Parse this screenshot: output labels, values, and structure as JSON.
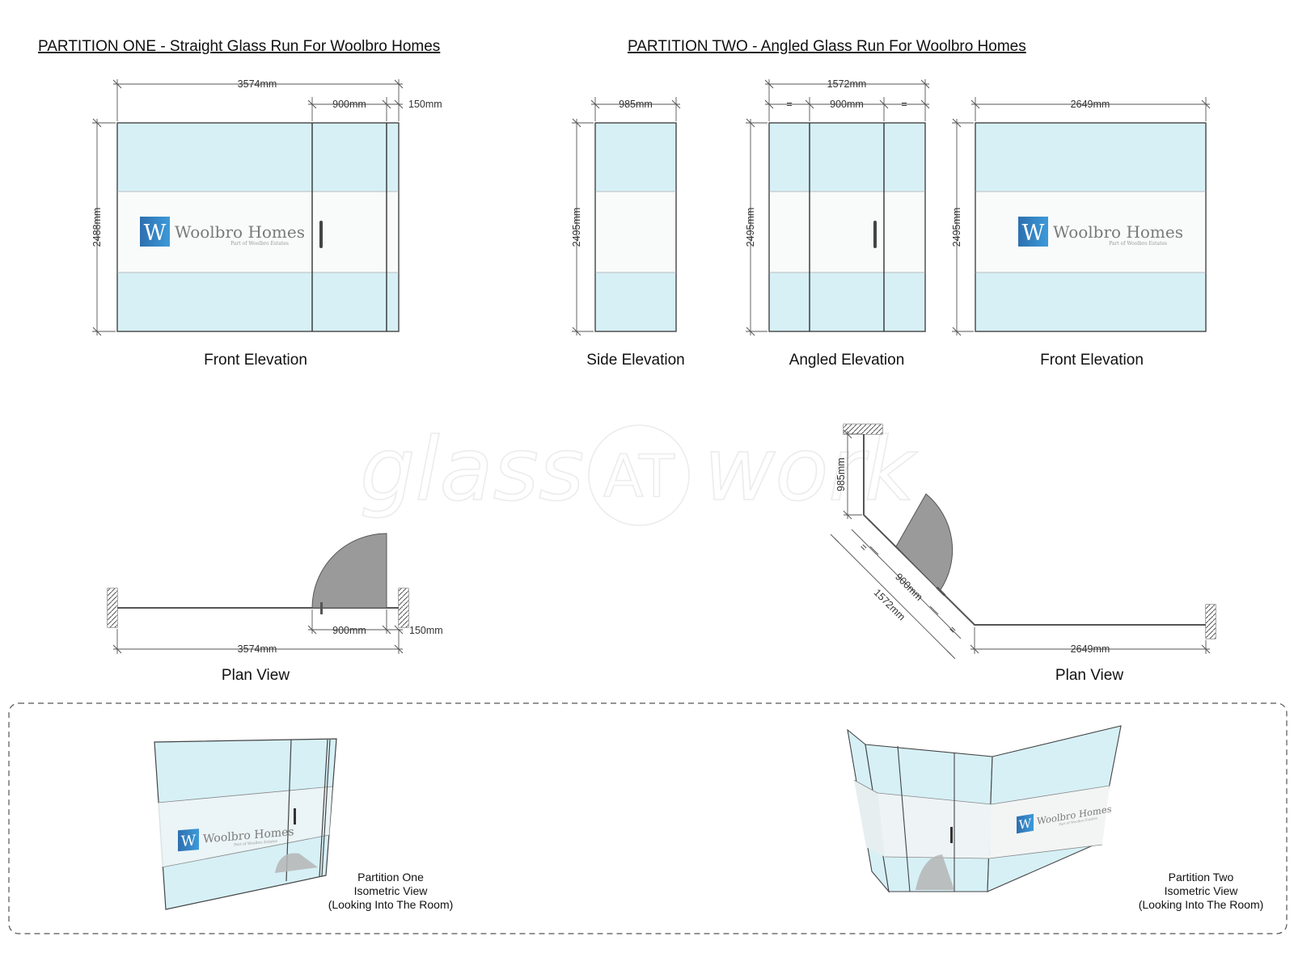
{
  "partition_one": {
    "title": "PARTITION ONE - Straight Glass Run For Woolbro Homes",
    "front": {
      "dims": {
        "width": "3574mm",
        "door": "900mm",
        "fixed": "150mm",
        "height": "2488mm"
      },
      "caption": "Front Elevation"
    },
    "plan": {
      "dims": {
        "width": "3574mm",
        "door": "900mm",
        "fixed": "150mm"
      },
      "caption": "Plan View"
    },
    "iso": {
      "lines": [
        "Partition One",
        "Isometric View",
        "(Looking Into The Room)"
      ]
    }
  },
  "partition_two": {
    "title": "PARTITION TWO - Angled Glass Run For Woolbro Homes",
    "side": {
      "dims": {
        "width": "985mm",
        "height": "2495mm"
      },
      "caption": "Side Elevation"
    },
    "angled": {
      "dims": {
        "total": "1572mm",
        "door": "900mm",
        "equal": "=",
        "height": "2495mm"
      },
      "caption": "Angled Elevation"
    },
    "front": {
      "dims": {
        "width": "2649mm",
        "height": "2495mm"
      },
      "caption": "Front Elevation"
    },
    "plan": {
      "dims": {
        "side": "985mm",
        "door": "900mm",
        "angled": "1572mm",
        "front": "2649mm",
        "equal": "="
      },
      "caption": "Plan View"
    },
    "iso": {
      "lines": [
        "Partition Two",
        "Isometric View",
        "(Looking Into The Room)"
      ]
    }
  },
  "logo": {
    "letter": "W",
    "name": "Woolbro Homes",
    "tagline": "Part of Woolbro Estates"
  },
  "watermark": {
    "left": "glass",
    "center": "AT",
    "right": "work"
  },
  "colors": {
    "glass": "#d6f0f6",
    "frosted_band": "#f9fbfb",
    "logo_blue": "#2b7fc4",
    "door_swing": "#9a9a9a"
  }
}
